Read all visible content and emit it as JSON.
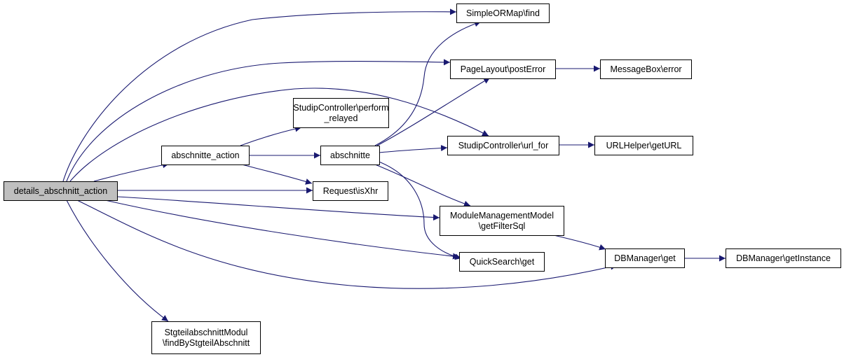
{
  "diagram": {
    "edge_color": "#191970",
    "root_fill": "#bfbfbf",
    "nodes": {
      "root": {
        "lines": [
          "details_abschnitt_action"
        ]
      },
      "abschnitte_action": {
        "lines": [
          "abschnitte_action"
        ]
      },
      "perform_relayed": {
        "lines": [
          "StudipController\\perform",
          "_relayed"
        ]
      },
      "abschnitte": {
        "lines": [
          "abschnitte"
        ]
      },
      "is_xhr": {
        "lines": [
          "Request\\isXhr"
        ]
      },
      "stgteil_find": {
        "lines": [
          "StgteilabschnittModul",
          "\\findByStgteilAbschnitt"
        ]
      },
      "orm_find": {
        "lines": [
          "SimpleORMap\\find"
        ]
      },
      "post_error": {
        "lines": [
          "PageLayout\\postError"
        ]
      },
      "url_for": {
        "lines": [
          "StudipController\\url_for"
        ]
      },
      "filter_sql": {
        "lines": [
          "ModuleManagementModel",
          "\\getFilterSql"
        ]
      },
      "qs_get": {
        "lines": [
          "QuickSearch\\get"
        ]
      },
      "msgbox_error": {
        "lines": [
          "MessageBox\\error"
        ]
      },
      "get_url": {
        "lines": [
          "URLHelper\\getURL"
        ]
      },
      "db_get": {
        "lines": [
          "DBManager\\get"
        ]
      },
      "db_instance": {
        "lines": [
          "DBManager\\getInstance"
        ]
      }
    },
    "edges": [
      [
        "root",
        "abschnitte_action"
      ],
      [
        "root",
        "is_xhr"
      ],
      [
        "root",
        "stgteil_find"
      ],
      [
        "root",
        "orm_find"
      ],
      [
        "root",
        "post_error"
      ],
      [
        "root",
        "url_for"
      ],
      [
        "root",
        "filter_sql"
      ],
      [
        "root",
        "qs_get"
      ],
      [
        "root",
        "db_get"
      ],
      [
        "abschnitte_action",
        "perform_relayed"
      ],
      [
        "abschnitte_action",
        "abschnitte"
      ],
      [
        "abschnitte_action",
        "is_xhr"
      ],
      [
        "abschnitte",
        "orm_find"
      ],
      [
        "abschnitte",
        "post_error"
      ],
      [
        "abschnitte",
        "url_for"
      ],
      [
        "abschnitte",
        "filter_sql"
      ],
      [
        "abschnitte",
        "qs_get"
      ],
      [
        "post_error",
        "msgbox_error"
      ],
      [
        "url_for",
        "get_url"
      ],
      [
        "filter_sql",
        "db_get"
      ],
      [
        "db_get",
        "db_instance"
      ]
    ]
  }
}
